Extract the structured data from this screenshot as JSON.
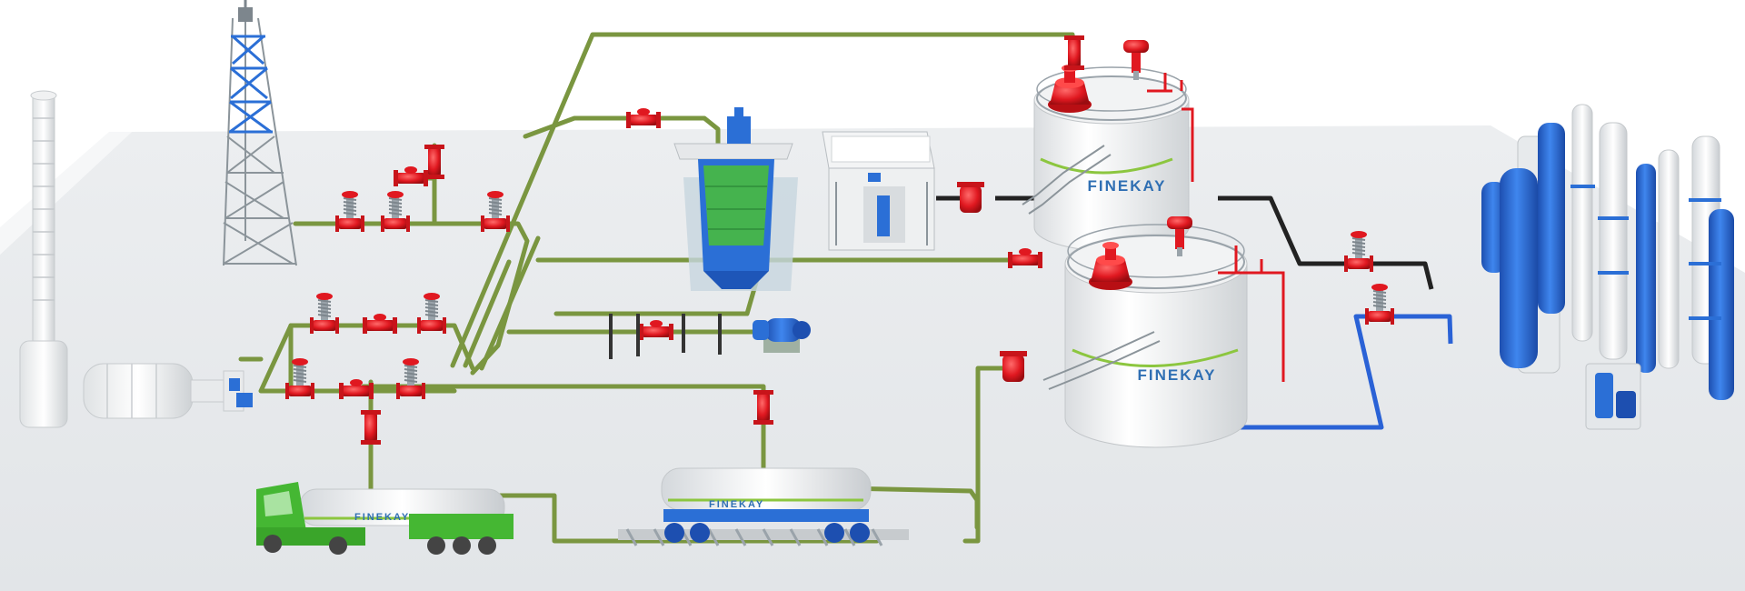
{
  "brand": {
    "name_upper_tank": "FINEKAY",
    "name_lower_tank": "FINEKAY",
    "name_truck": "FINEKAY",
    "name_railcar": "FINEKAY"
  },
  "colors": {
    "pipe_green": "#7a9640",
    "pipe_black": "#222222",
    "pipe_blue": "#2a62d6",
    "valve_red": "#e01820",
    "equipment_blue": "#2b6fd6",
    "truck_green": "#45b733",
    "ship_green": "#3fae49",
    "floor": "#e9ebed"
  },
  "components": {
    "flare_stack": "flare-stack",
    "comm_tower": "lattice-tower-icon",
    "storage_tanks": 2,
    "tank_truck": "tank-truck-icon",
    "rail_tank_car": "rail-tank-car-icon",
    "ship": "tanker-ship-icon",
    "compressor_house": "compressor-house-icon",
    "pump": "pump-icon",
    "air_separation_unit": "air-separation-columns-icon"
  }
}
